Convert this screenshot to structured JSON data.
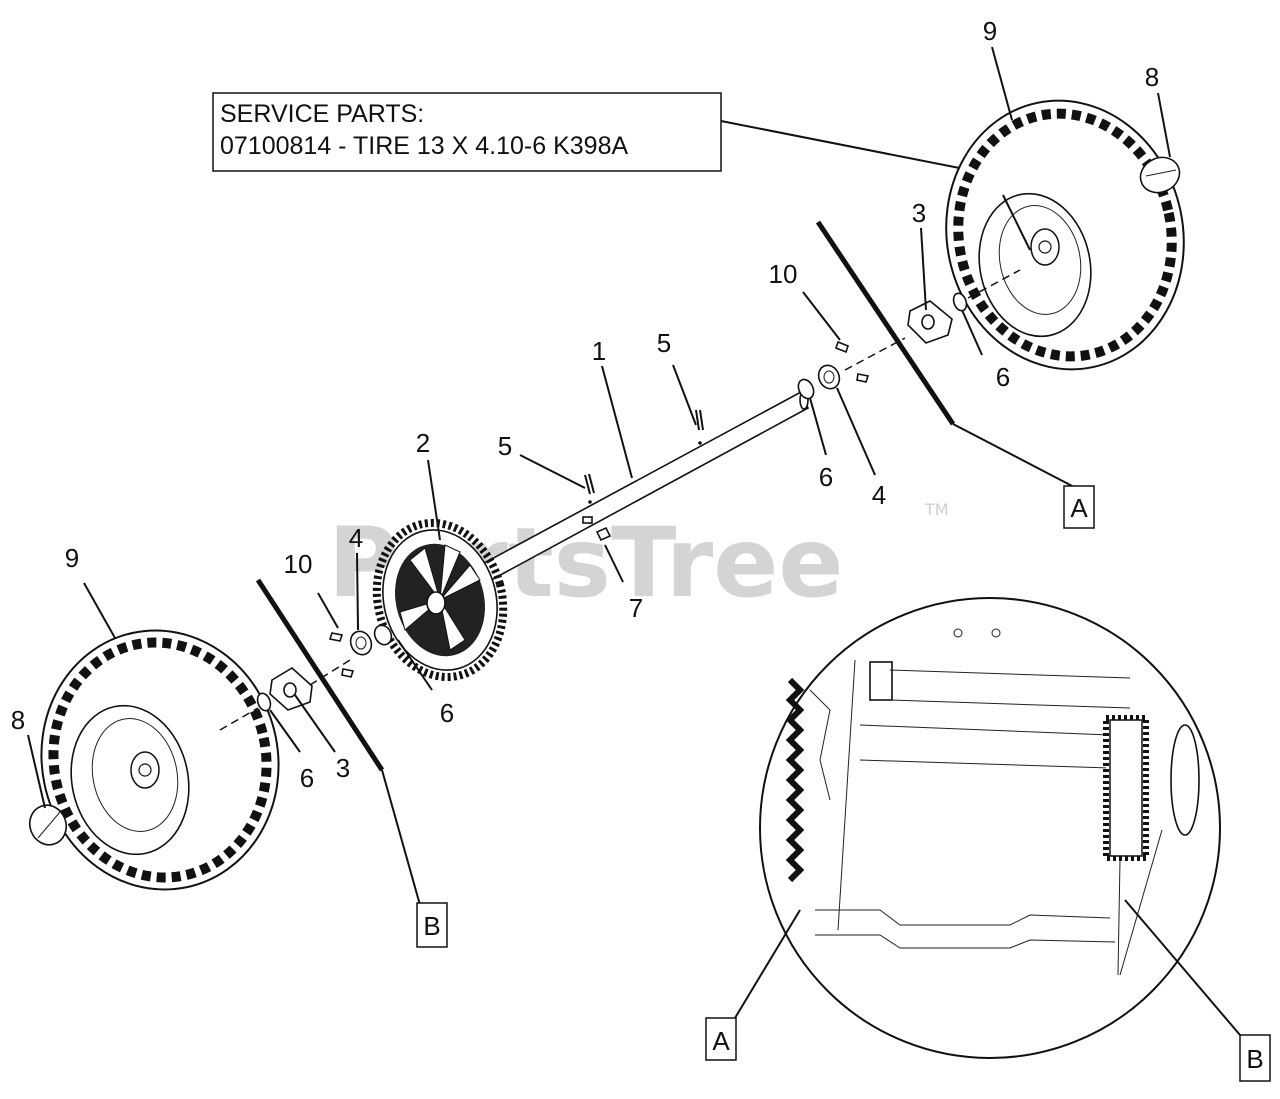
{
  "service_box": {
    "line1": "SERVICE PARTS:",
    "line2": "07100814 - TIRE 13 X 4.10-6 K398A"
  },
  "watermark": {
    "text": "PartsTree",
    "tm": "TM"
  },
  "callouts": {
    "n1": "1",
    "n2": "2",
    "n3_right": "3",
    "n3_left": "3",
    "n4_right": "4",
    "n4_left": "4",
    "n5_upper": "5",
    "n5_lower": "5",
    "n6_right_a": "6",
    "n6_right_b": "6",
    "n6_left_a": "6",
    "n6_left_b": "6",
    "n7": "7",
    "n8_right": "8",
    "n8_left": "8",
    "n9_right": "9",
    "n9_left": "9",
    "n10_right": "10",
    "n10_left": "10"
  },
  "refs": {
    "a_top": "A",
    "b_left": "B",
    "a_detail": "A",
    "b_detail": "B"
  }
}
